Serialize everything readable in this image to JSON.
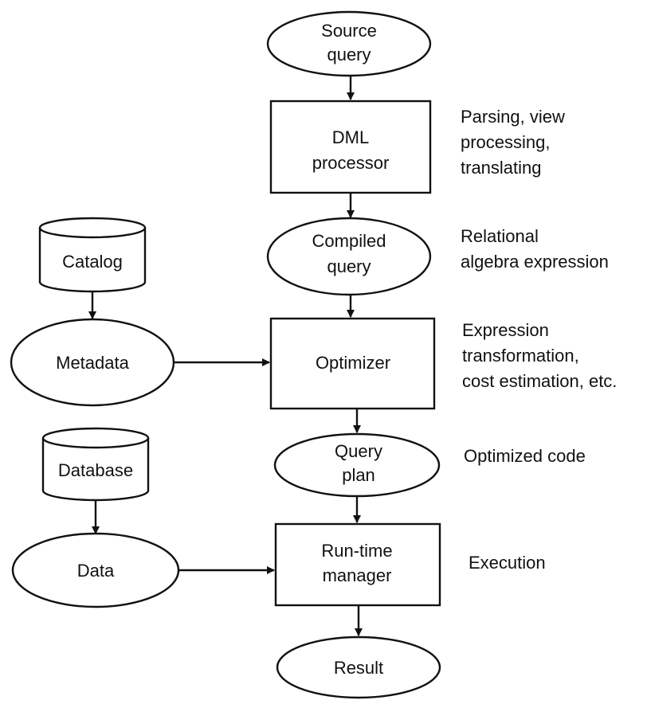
{
  "nodes": {
    "source_query": {
      "line1": "Source",
      "line2": "query"
    },
    "dml_processor": {
      "line1": "DML",
      "line2": "processor"
    },
    "compiled_query": {
      "line1": "Compiled",
      "line2": "query"
    },
    "optimizer": {
      "line1": "Optimizer"
    },
    "query_plan": {
      "line1": "Query",
      "line2": "plan"
    },
    "runtime_manager": {
      "line1": "Run-time",
      "line2": "manager"
    },
    "result": {
      "line1": "Result"
    },
    "catalog": {
      "line1": "Catalog"
    },
    "metadata": {
      "line1": "Metadata"
    },
    "database": {
      "line1": "Database"
    },
    "data": {
      "line1": "Data"
    }
  },
  "annotations": {
    "dml": {
      "line1": "Parsing, view",
      "line2": "processing,",
      "line3": "translating"
    },
    "compiled": {
      "line1": "Relational",
      "line2": "algebra expression"
    },
    "optimizer": {
      "line1": "Expression",
      "line2": "transformation,",
      "line3": "cost estimation, etc."
    },
    "plan": {
      "line1": "Optimized code"
    },
    "runtime": {
      "line1": "Execution"
    }
  }
}
